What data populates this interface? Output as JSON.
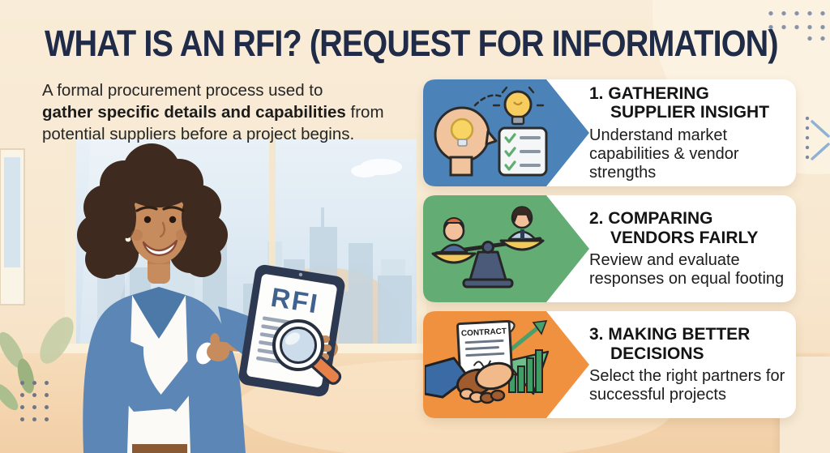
{
  "title": "WHAT IS AN RFI? (REQUEST FOR INFORMATION)",
  "intro": {
    "line1": "A formal procurement process used to",
    "line2_bold": "gather specific details and capabilities",
    "line2_rest": " from",
    "line3": "potential suppliers before a project begins."
  },
  "illustration": {
    "tablet_label": "RFI"
  },
  "icon_labels": {
    "contract": "CONTRACT"
  },
  "cards": [
    {
      "number": "1.",
      "title_line1": "1. GATHERING",
      "title_line2": "SUPPLIER INSIGHT",
      "description": "Understand market capabilities & vendor strengths",
      "accent_color": "#4b83b8",
      "icon": "supplier-insight-icon"
    },
    {
      "number": "2.",
      "title_line1": "2. COMPARING",
      "title_line2": "VENDORS FAIRLY",
      "description": "Review and evaluate responses on equal footing",
      "accent_color": "#63ad74",
      "icon": "comparing-vendors-icon"
    },
    {
      "number": "3.",
      "title_line1": "3. MAKING BETTER",
      "title_line2": "DECISIONS",
      "description": "Select the right partners for successful projects",
      "accent_color": "#f0913f",
      "icon": "better-decisions-icon"
    }
  ],
  "palette": {
    "background_top": "#f9ecd8",
    "background_bottom": "#f5dcbc",
    "title_color": "#1f2b47",
    "card_blue": "#4b83b8",
    "card_green": "#63ad74",
    "card_orange": "#f0913f"
  }
}
